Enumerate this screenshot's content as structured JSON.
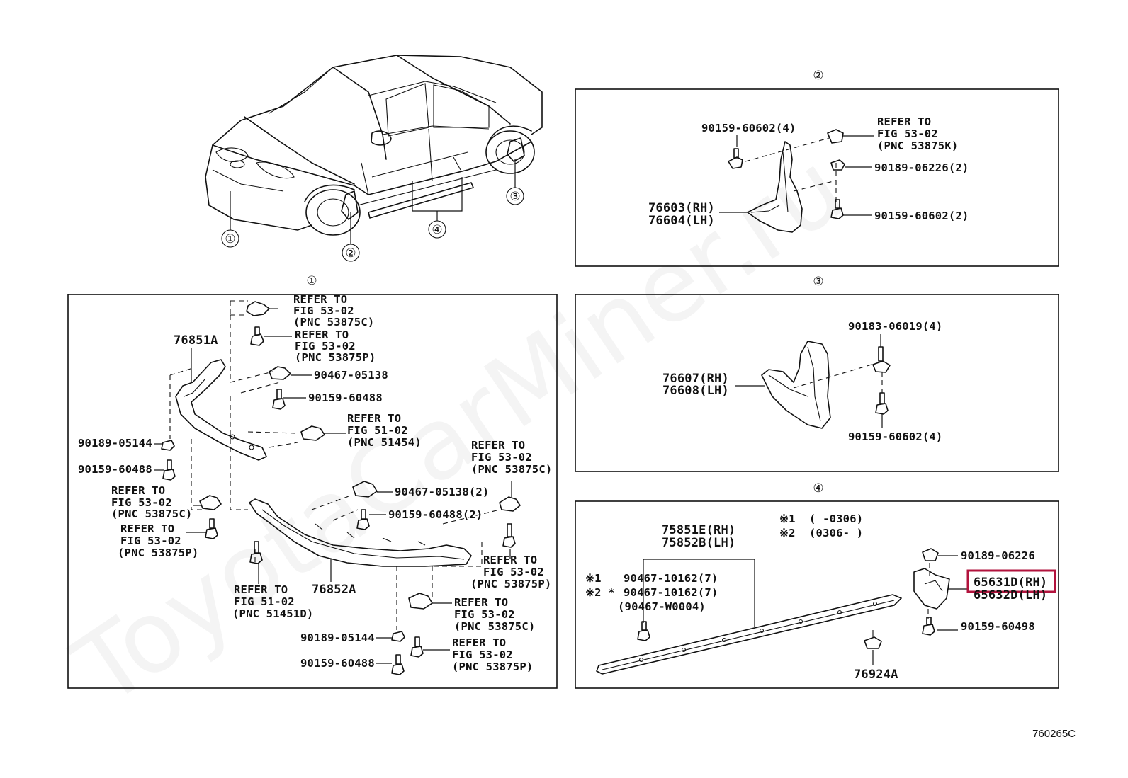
{
  "watermark": "ToyotaCarMiner.ru",
  "figure_id": "760265C",
  "callouts": {
    "c1": "①",
    "c2": "②",
    "c3": "③",
    "c4": "④"
  },
  "panel1": {
    "title": "①",
    "labels": {
      "p76851a": "76851A",
      "p76852a": "76852A",
      "ref1_a": "REFER TO",
      "ref1_b": "FIG 53-02",
      "ref1_c": "(PNC 53875C)",
      "ref2_a": "REFER TO",
      "ref2_b": "FIG 53-02",
      "ref2_c": "(PNC 53875P)",
      "p90467_05138": "90467-05138",
      "p90159_60488": "90159-60488",
      "ref3_a": "REFER TO",
      "ref3_b": "FIG 51-02",
      "ref3_c": "(PNC 51454)",
      "p90189_05144": "90189-05144",
      "p90159_60488b": "90159-60488",
      "ref4_a": "REFER TO",
      "ref4_b": "FIG 53-02",
      "ref4_c": "(PNC 53875C)",
      "ref5_a": "REFER TO",
      "ref5_b": "FIG 53-02",
      "ref5_c": "(PNC 53875P)",
      "p90467_05138_2": "90467-05138(2)",
      "p90159_60488_2": "90159-60488(2)",
      "ref6_a": "REFER TO",
      "ref6_b": "FIG 53-02",
      "ref6_c": "(PNC 53875C)",
      "ref7_a": "REFER TO",
      "ref7_b": "FIG 53-02",
      "ref7_c": "(PNC 53875P)",
      "ref8_a": "REFER TO",
      "ref8_b": "FIG 51-02",
      "ref8_c": "(PNC 51451D)",
      "ref9_a": "REFER TO",
      "ref9_b": "FIG 53-02",
      "ref9_c": "(PNC 53875C)",
      "ref10_a": "REFER TO",
      "ref10_b": "FIG 53-02",
      "ref10_c": "(PNC 53875P)",
      "p90189_05144b": "90189-05144",
      "p90159_60488c": "90159-60488"
    }
  },
  "panel2": {
    "title": "②",
    "labels": {
      "p90159_60602_4": "90159-60602(4)",
      "ref_a": "REFER TO",
      "ref_b": "FIG 53-02",
      "ref_c": "(PNC 53875K)",
      "p90189_06226_2": "90189-06226(2)",
      "p76603": "76603(RH)",
      "p76604": "76604(LH)",
      "p90159_60602_2": "90159-60602(2)"
    }
  },
  "panel3": {
    "title": "③",
    "labels": {
      "p90183_06019": "90183-06019(4)",
      "p76607": "76607(RH)",
      "p76608": "76608(LH)",
      "p90159_60602_4": "90159-60602(4)"
    }
  },
  "panel4": {
    "title": "④",
    "labels": {
      "note1_mark": "※1",
      "note1_range": "(      -0306)",
      "note2_mark": "※2",
      "note2_range": "(0306-      )",
      "p75851e": "75851E(RH)",
      "p75852b": "75852B(LH)",
      "n1": "※1",
      "p90467_10162_a": "90467-10162(7)",
      "n2": "※2 *",
      "p90467_10162_b": "90467-10162(7)",
      "p90467_w0004": "(90467-W0004)",
      "p90189_06226": "90189-06226",
      "p65631d": "65631D(RH)",
      "p65632d": "65632D(LH)",
      "p90159_60498": "90159-60498",
      "p76924a": "76924A"
    }
  },
  "highlight_color": "#b2133d"
}
